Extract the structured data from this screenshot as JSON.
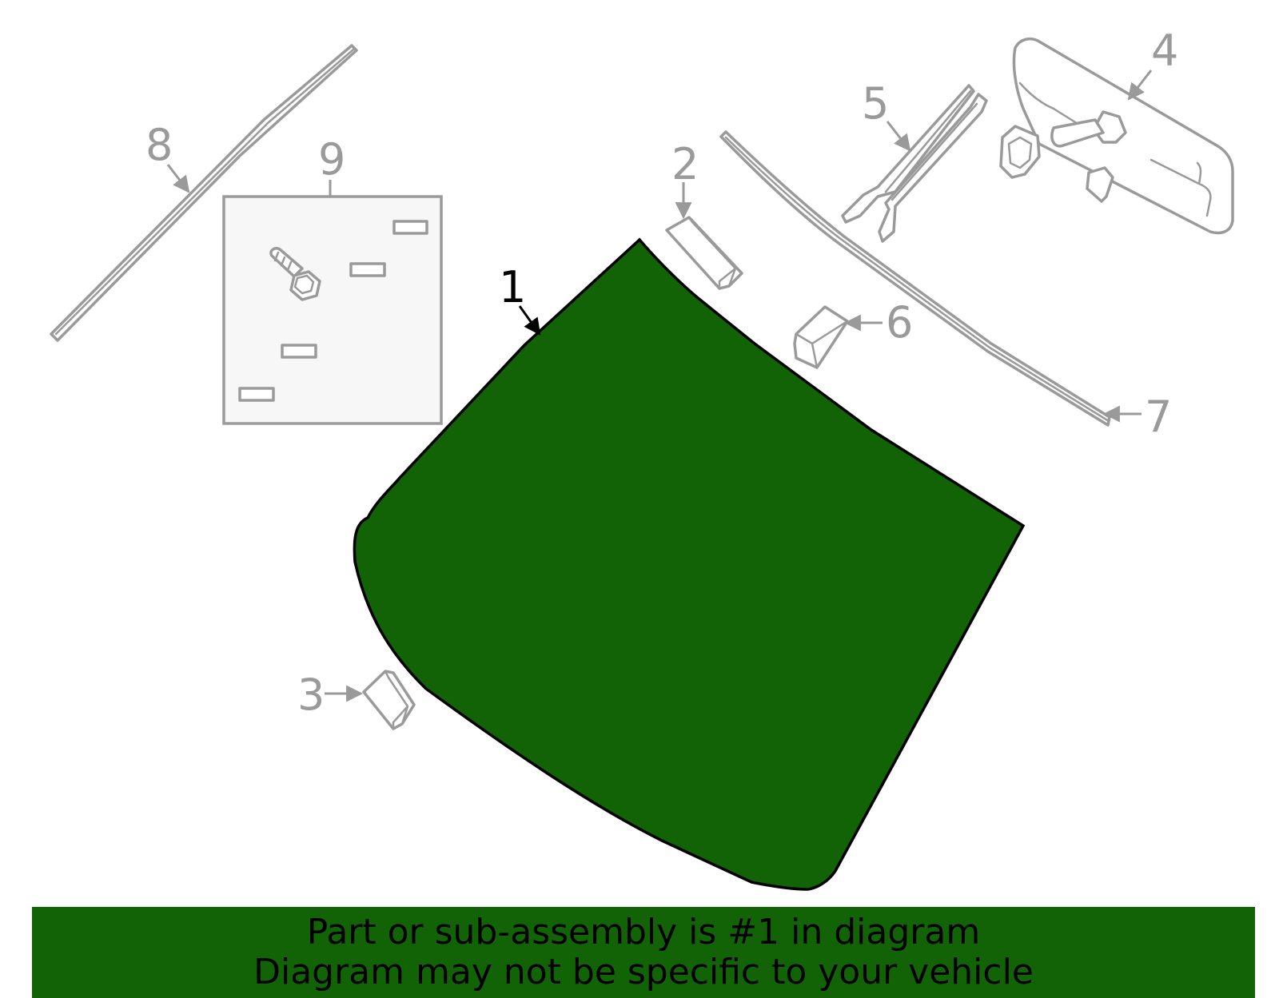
{
  "colors": {
    "highlight": "#116306",
    "line_gray": "#9a9a9a",
    "black": "#000000",
    "kit_fill": "#f7f7f7"
  },
  "callouts": {
    "p1": "1",
    "p2": "2",
    "p3": "3",
    "p4": "4",
    "p5": "5",
    "p6": "6",
    "p7": "7",
    "p8": "8",
    "p9": "9"
  },
  "banner": {
    "line1": "Part or sub-assembly is #1 in diagram",
    "line2": "Diagram may not be specific to your vehicle"
  }
}
